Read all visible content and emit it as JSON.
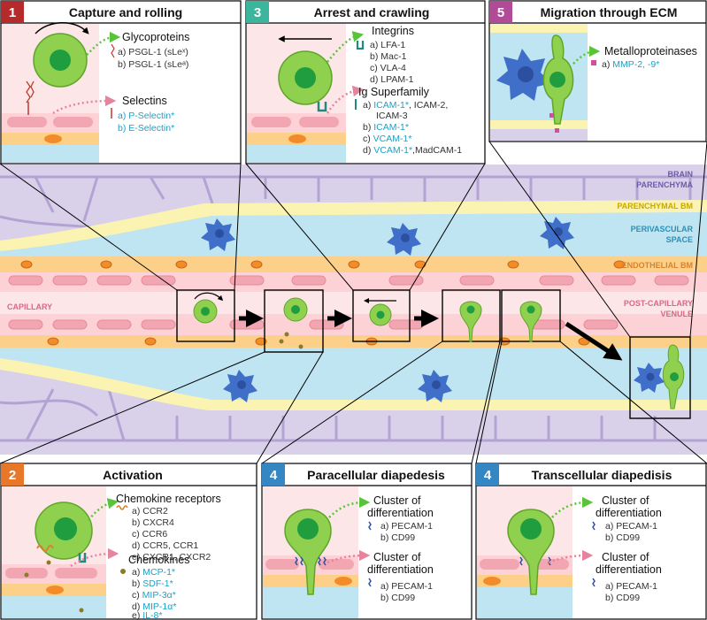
{
  "colors": {
    "parenchyma": "#d9d1ea",
    "parenchyma_cell": "#b3a3d3",
    "perivascular": "#bfe4f2",
    "membrane": "#fbf3b1",
    "endothelial": "#fcd2d6",
    "endothelial_cell": "#f2a6b2",
    "basement": "#fdd08a",
    "lumen": "#fde6e7",
    "leukocyte": "#8fd14f",
    "nucleus": "#1f9d3f",
    "astrocyte": "#3f6fc8",
    "badge_1": "#b52a2a",
    "badge_2": "#e8772a",
    "badge_3": "#3bb59c",
    "badge_4": "#3587c4",
    "badge_5": "#b14b97",
    "highlight_text": "#1da1c4"
  },
  "regions": {
    "brain_1": "BRAIN",
    "brain_2": "PARENCHYMA",
    "parenchymal_bm": "PARENCHYMAL BM",
    "perivascular_1": "PERIVASCULAR",
    "perivascular_2": "SPACE",
    "endothelial_bm": "ENDOTHELIAL BM",
    "capillary": "CAPILLARY",
    "venule_1": "POST-CAPILLARY",
    "venule_2": "VENULE"
  },
  "panels": {
    "p1": {
      "num": "1",
      "title": "Capture and rolling",
      "g1_head": "Glycoproteins",
      "g1_items": [
        "a) PSGL-1 (sLeˣ)",
        "b) PSGL-1 (sLeᵃ)"
      ],
      "g2_head": "Selectins",
      "g2_items": [
        "a) P-Selectin*",
        "b) E-Selectin*"
      ]
    },
    "p3": {
      "num": "3",
      "title": "Arrest and crawling",
      "g1_head": "Integrins",
      "g1_items": [
        "a) LFA-1",
        "b) Mac-1",
        "c) VLA-4",
        "d) LPAM-1"
      ],
      "g2_head": "Ig Superfamily",
      "g2_a1": "a) ",
      "g2_a2": "ICAM-1*",
      "g2_a3": ", ICAM-2,",
      "g2_a4": "ICAM-3",
      "g2_b1": "b) ",
      "g2_b2": "ICAM-1*",
      "g2_c1": "c) ",
      "g2_c2": "VCAM-1*",
      "g2_d1": "d) ",
      "g2_d2": "VCAM-1*",
      "g2_d3": ",MadCAM-1"
    },
    "p5": {
      "num": "5",
      "title": "Migration through ECM",
      "g1_head": "Metalloproteinases",
      "g1_a1": "a) ",
      "g1_a2": "MMP-2, -9*"
    },
    "p2": {
      "num": "2",
      "title": "Activation",
      "g1_head": "Chemokine receptors",
      "g1_items": [
        "a) CCR2",
        "b) CXCR4",
        "c) CCR6",
        "d) CCR5, CCR1",
        "e) CXCR1, CXCR2"
      ],
      "g2_head": "Chemokines",
      "g2_prefix": [
        "a) ",
        "b) ",
        "c) ",
        "d) ",
        "e) "
      ],
      "g2_items": [
        "MCP-1*",
        "SDF-1*",
        "MIP-3α*",
        "MIP-1α*",
        "IL-8*"
      ]
    },
    "p4a": {
      "num": "4",
      "title": "Paracellular diapedesis",
      "g1_head1": "Cluster of",
      "g1_head2": "differentiation",
      "g1_items": [
        "a) PECAM-1",
        "b) CD99"
      ],
      "g2_head1": "Cluster of",
      "g2_head2": "differentiation",
      "g2_items": [
        "a) PECAM-1",
        "b) CD99"
      ]
    },
    "p4b": {
      "num": "4",
      "title": "Transcellular diapedisis",
      "g1_head1": "Cluster of",
      "g1_head2": "differentiation",
      "g1_items": [
        "a) PECAM-1",
        "b) CD99"
      ],
      "g2_head1": "Cluster of",
      "g2_head2": "differentiation",
      "g2_items": [
        "a) PECAM-1",
        "b) CD99"
      ]
    }
  }
}
